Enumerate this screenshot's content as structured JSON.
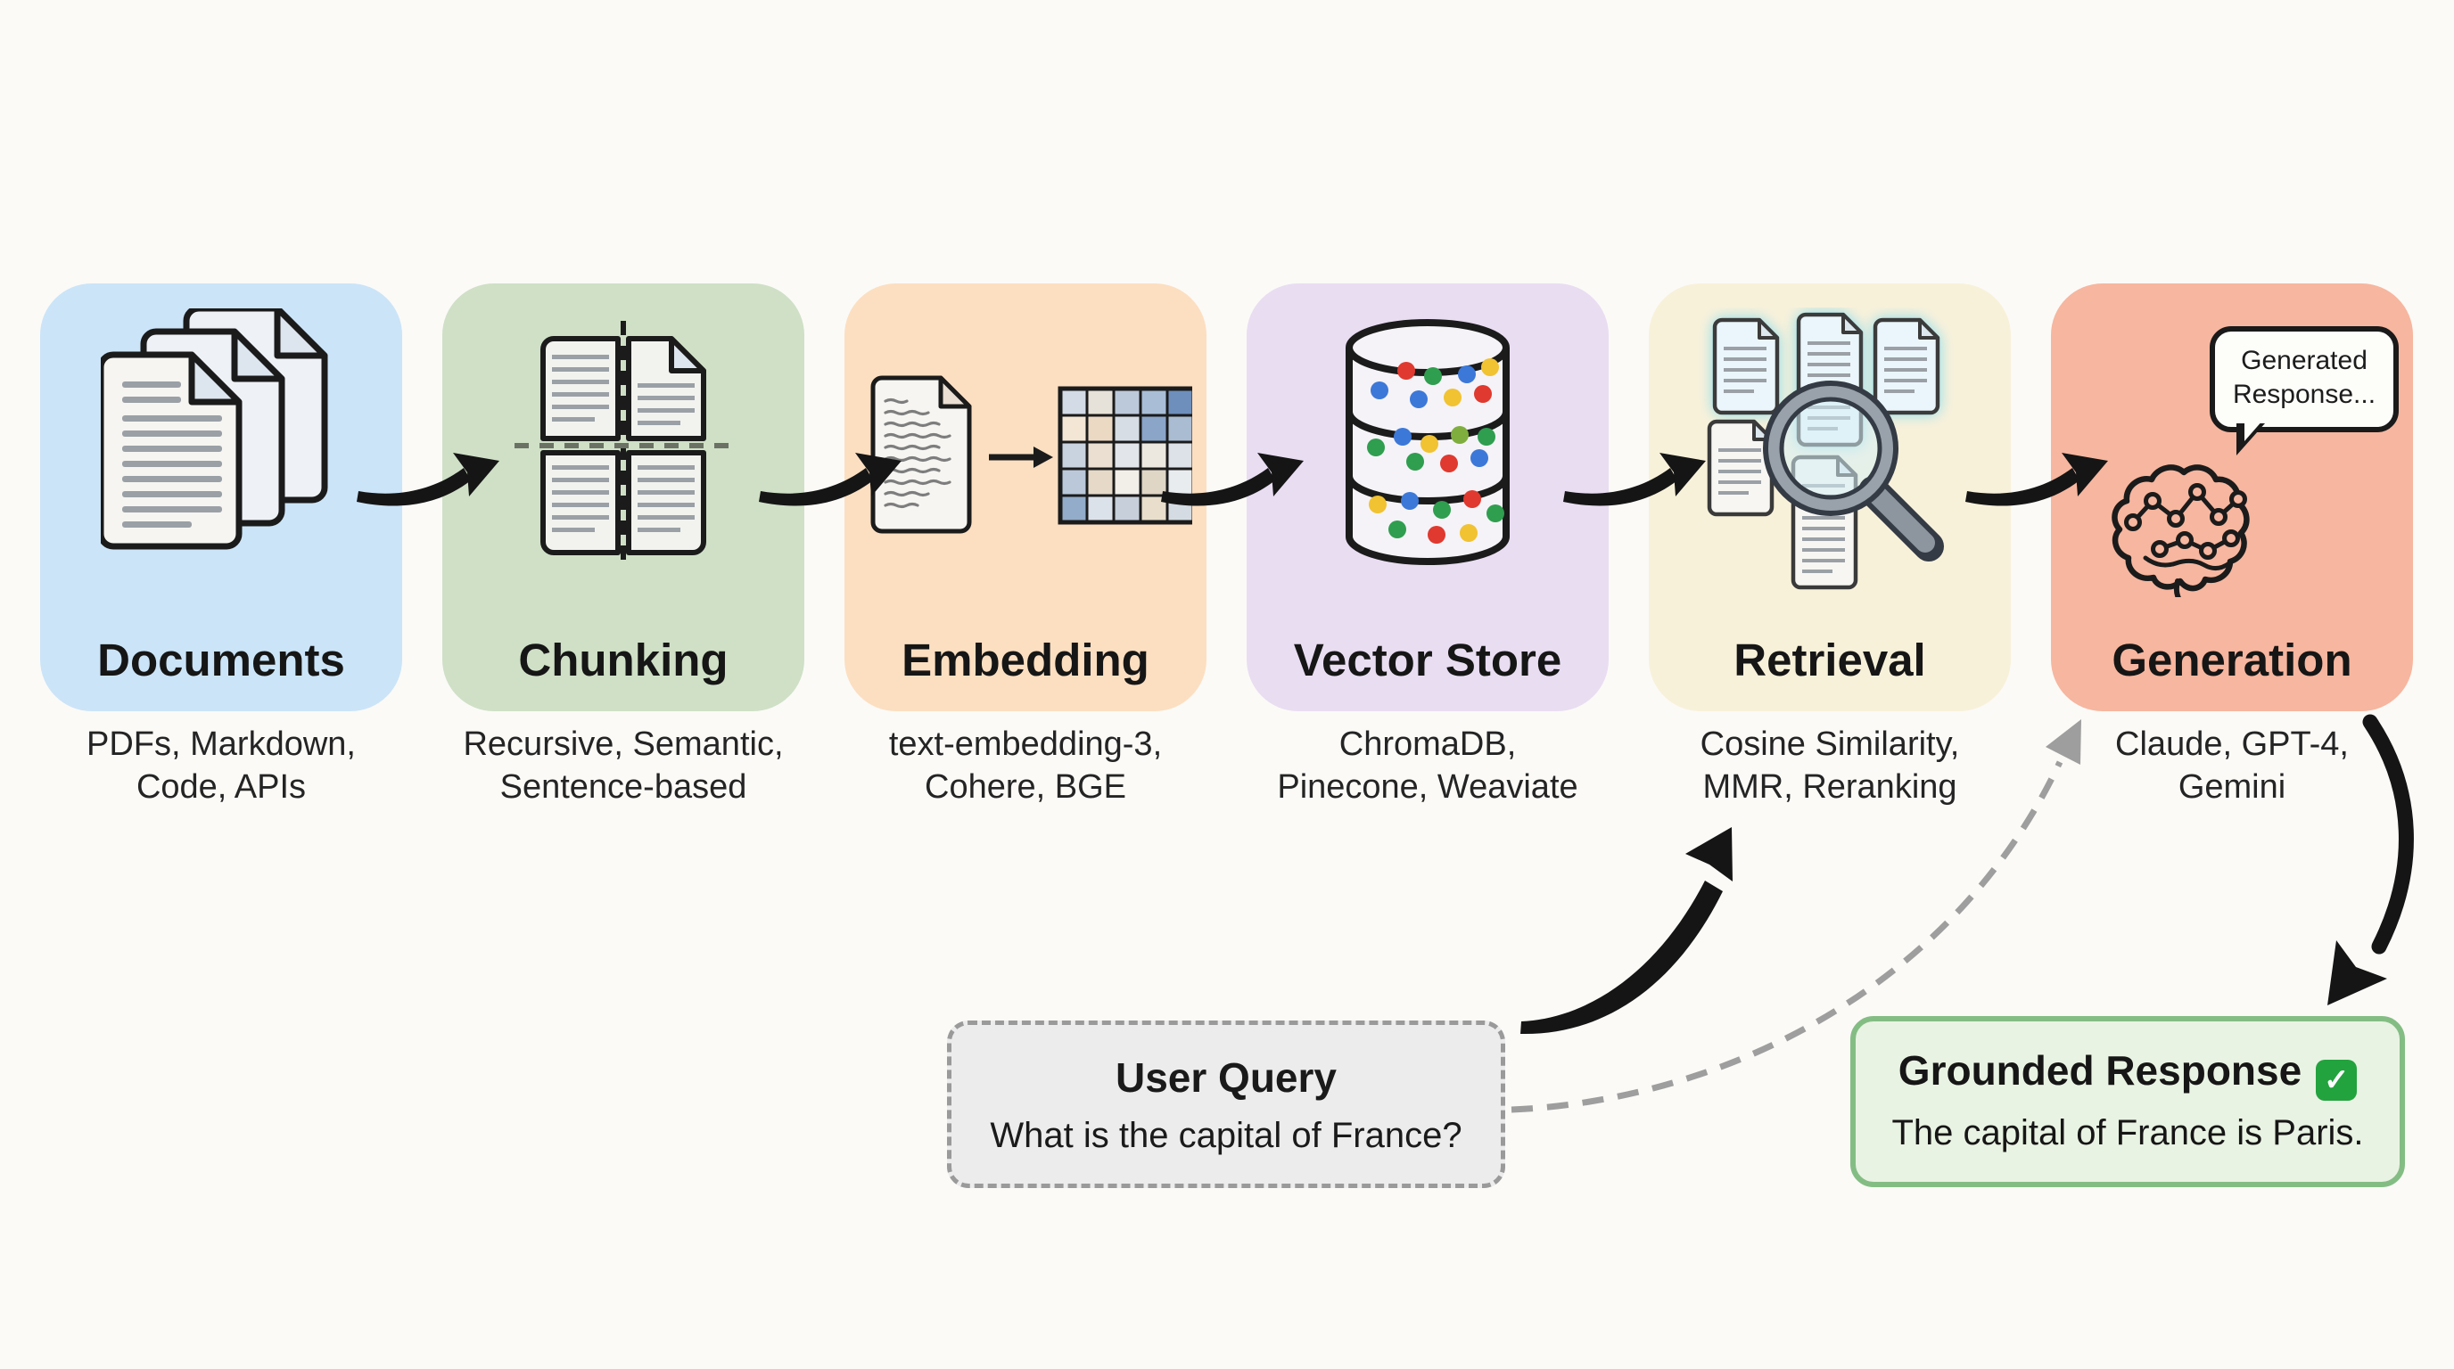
{
  "colors": {
    "page_bg": "#fbfaf7",
    "documents_bg": "#cbe4f8",
    "chunking_bg": "#cfe0c6",
    "embedding_bg": "#fcdfc1",
    "vector_store_bg": "#e9ddf2",
    "retrieval_bg": "#f8f1da",
    "generation_bg": "#f7b69f",
    "arrow_black": "#151515",
    "dashed_gray": "#9e9e9e",
    "user_query_bg": "#ececec",
    "user_query_border": "#9a9a9a",
    "grounded_bg": "#e9f3e3",
    "grounded_border": "#84bd84",
    "check_green": "#22a33e",
    "title_text": "#161616",
    "caption_text": "#242424"
  },
  "stages": [
    {
      "title": "Documents",
      "caption_line1": "PDFs, Markdown,",
      "caption_line2": "Code, APIs",
      "icon": "documents-stack-icon"
    },
    {
      "title": "Chunking",
      "caption_line1": "Recursive, Semantic,",
      "caption_line2": "Sentence-based",
      "icon": "chunked-document-icon"
    },
    {
      "title": "Embedding",
      "caption_line1": "text-embedding-3,",
      "caption_line2": "Cohere, BGE",
      "icon": "text-to-matrix-icon"
    },
    {
      "title": "Vector Store",
      "caption_line1": "ChromaDB,",
      "caption_line2": "Pinecone, Weaviate",
      "icon": "database-icon"
    },
    {
      "title": "Retrieval",
      "caption_line1": "Cosine Similarity,",
      "caption_line2": "MMR, Reranking",
      "icon": "magnifier-documents-icon"
    },
    {
      "title": "Generation",
      "caption_line1": "Claude, GPT-4,",
      "caption_line2": "Gemini",
      "icon": "brain-circuit-icon"
    }
  ],
  "generation": {
    "bubble_text": "Generated Response..."
  },
  "user_query": {
    "title": "User Query",
    "text": "What is the capital of France?"
  },
  "grounded_response": {
    "title": "Grounded Response",
    "check_badge": "✓",
    "text": "The capital of France is Paris."
  }
}
